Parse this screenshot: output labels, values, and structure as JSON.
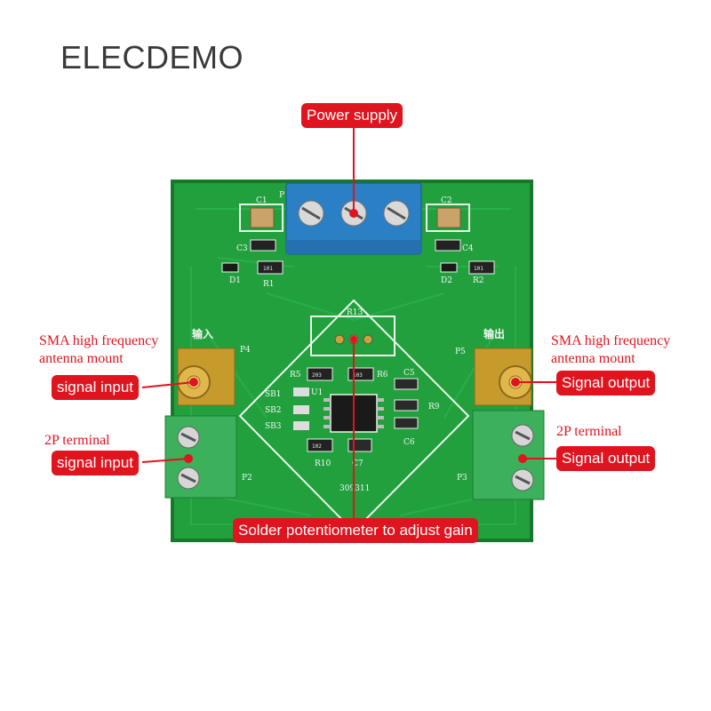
{
  "brand": "ELECDEMO",
  "labels": {
    "power_supply": "Power supply",
    "sma_left_line1": "SMA high frequency",
    "sma_left_line2": "antenna mount",
    "signal_input_sma": "signal input",
    "terminal_left": "2P terminal",
    "signal_input_terminal": "signal input",
    "sma_right_line1": "SMA high frequency",
    "sma_right_line2": "antenna mount",
    "signal_output_sma": "Signal output",
    "terminal_right": "2P terminal",
    "signal_output_terminal": "Signal output",
    "potentiometer": "Solder potentiometer to adjust gain"
  },
  "silkscreen": {
    "input_cn": "输入",
    "output_cn": "输出",
    "p1": "P",
    "p2": "P2",
    "p3": "P3",
    "p4": "P4",
    "p5": "P5",
    "c1": "C1",
    "c2": "C2",
    "c3": "C3",
    "c4": "C4",
    "c5": "C5",
    "c6": "C6",
    "c7": "C7",
    "d1": "D1",
    "d2": "D2",
    "r1": "R1",
    "r2": "R2",
    "r5": "R5",
    "r6": "R6",
    "r9": "R9",
    "r10": "R10",
    "r13": "R13",
    "u1": "U1",
    "sb1": "SB1",
    "sb2": "SB2",
    "sb3": "SB3",
    "board_code": "309311",
    "res_101": "101",
    "res_203": "203",
    "res_103": "103",
    "res_102": "102"
  },
  "colors": {
    "accent": "#e0141e",
    "board": "#1f9a3a",
    "terminal_blue": "#2b7fc4",
    "terminal_green": "#3cb05a"
  }
}
